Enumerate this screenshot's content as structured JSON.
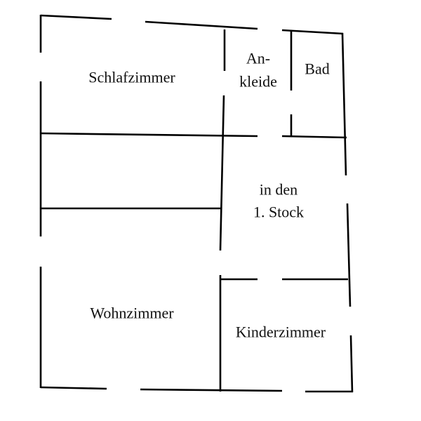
{
  "rooms": {
    "schlafzimmer": "Schlafzimmer",
    "ankleide_line1": "An-",
    "ankleide_line2": "kleide",
    "bad": "Bad",
    "stairs_line1": "in den",
    "stairs_line2": "1. Stock",
    "wohnzimmer": "Wohnzimmer",
    "kinderzimmer": "Kinderzimmer"
  }
}
